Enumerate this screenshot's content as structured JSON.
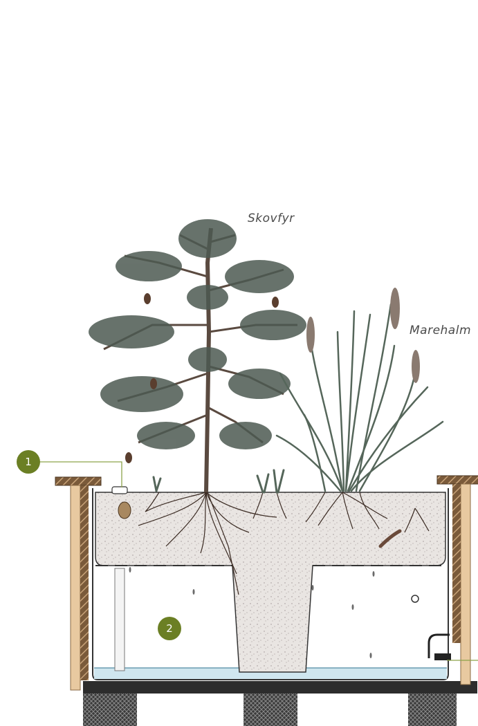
{
  "labels": {
    "tree": "Skovfyr",
    "grass": "Marehalm"
  },
  "markers": [
    {
      "number": "1"
    },
    {
      "number": "2"
    }
  ],
  "colors": {
    "marker": "#6b7f24",
    "leader_line": "#8da34a",
    "soil": "#e7e3df",
    "wood": "#e8c9a0",
    "water": "#cfe6ef",
    "foliage": "#4d5a52"
  }
}
